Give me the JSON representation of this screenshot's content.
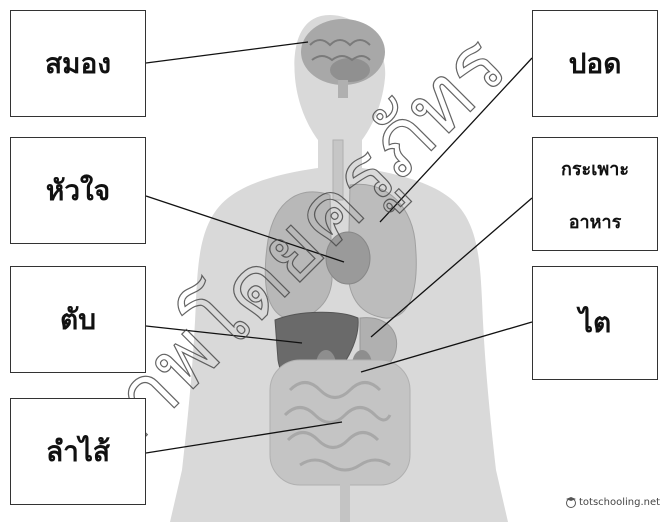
{
  "labels": {
    "brain": "สมอง",
    "lungs": "ปอด",
    "heart": "หัวใจ",
    "stomach_line1": "กระเพาะ",
    "stomach_line2": "อาหาร",
    "liver": "ตับ",
    "kidney": "ไต",
    "intestine": "ลำไส้"
  },
  "watermark": "ภาพโดยครูภัทร",
  "credit": "totschooling.net",
  "colors": {
    "silhouette": "#d9d9d9",
    "organ_light": "#b5b5b5",
    "organ_mid": "#a3a3a3",
    "liver": "#6a6a6a",
    "line": "#111111"
  }
}
